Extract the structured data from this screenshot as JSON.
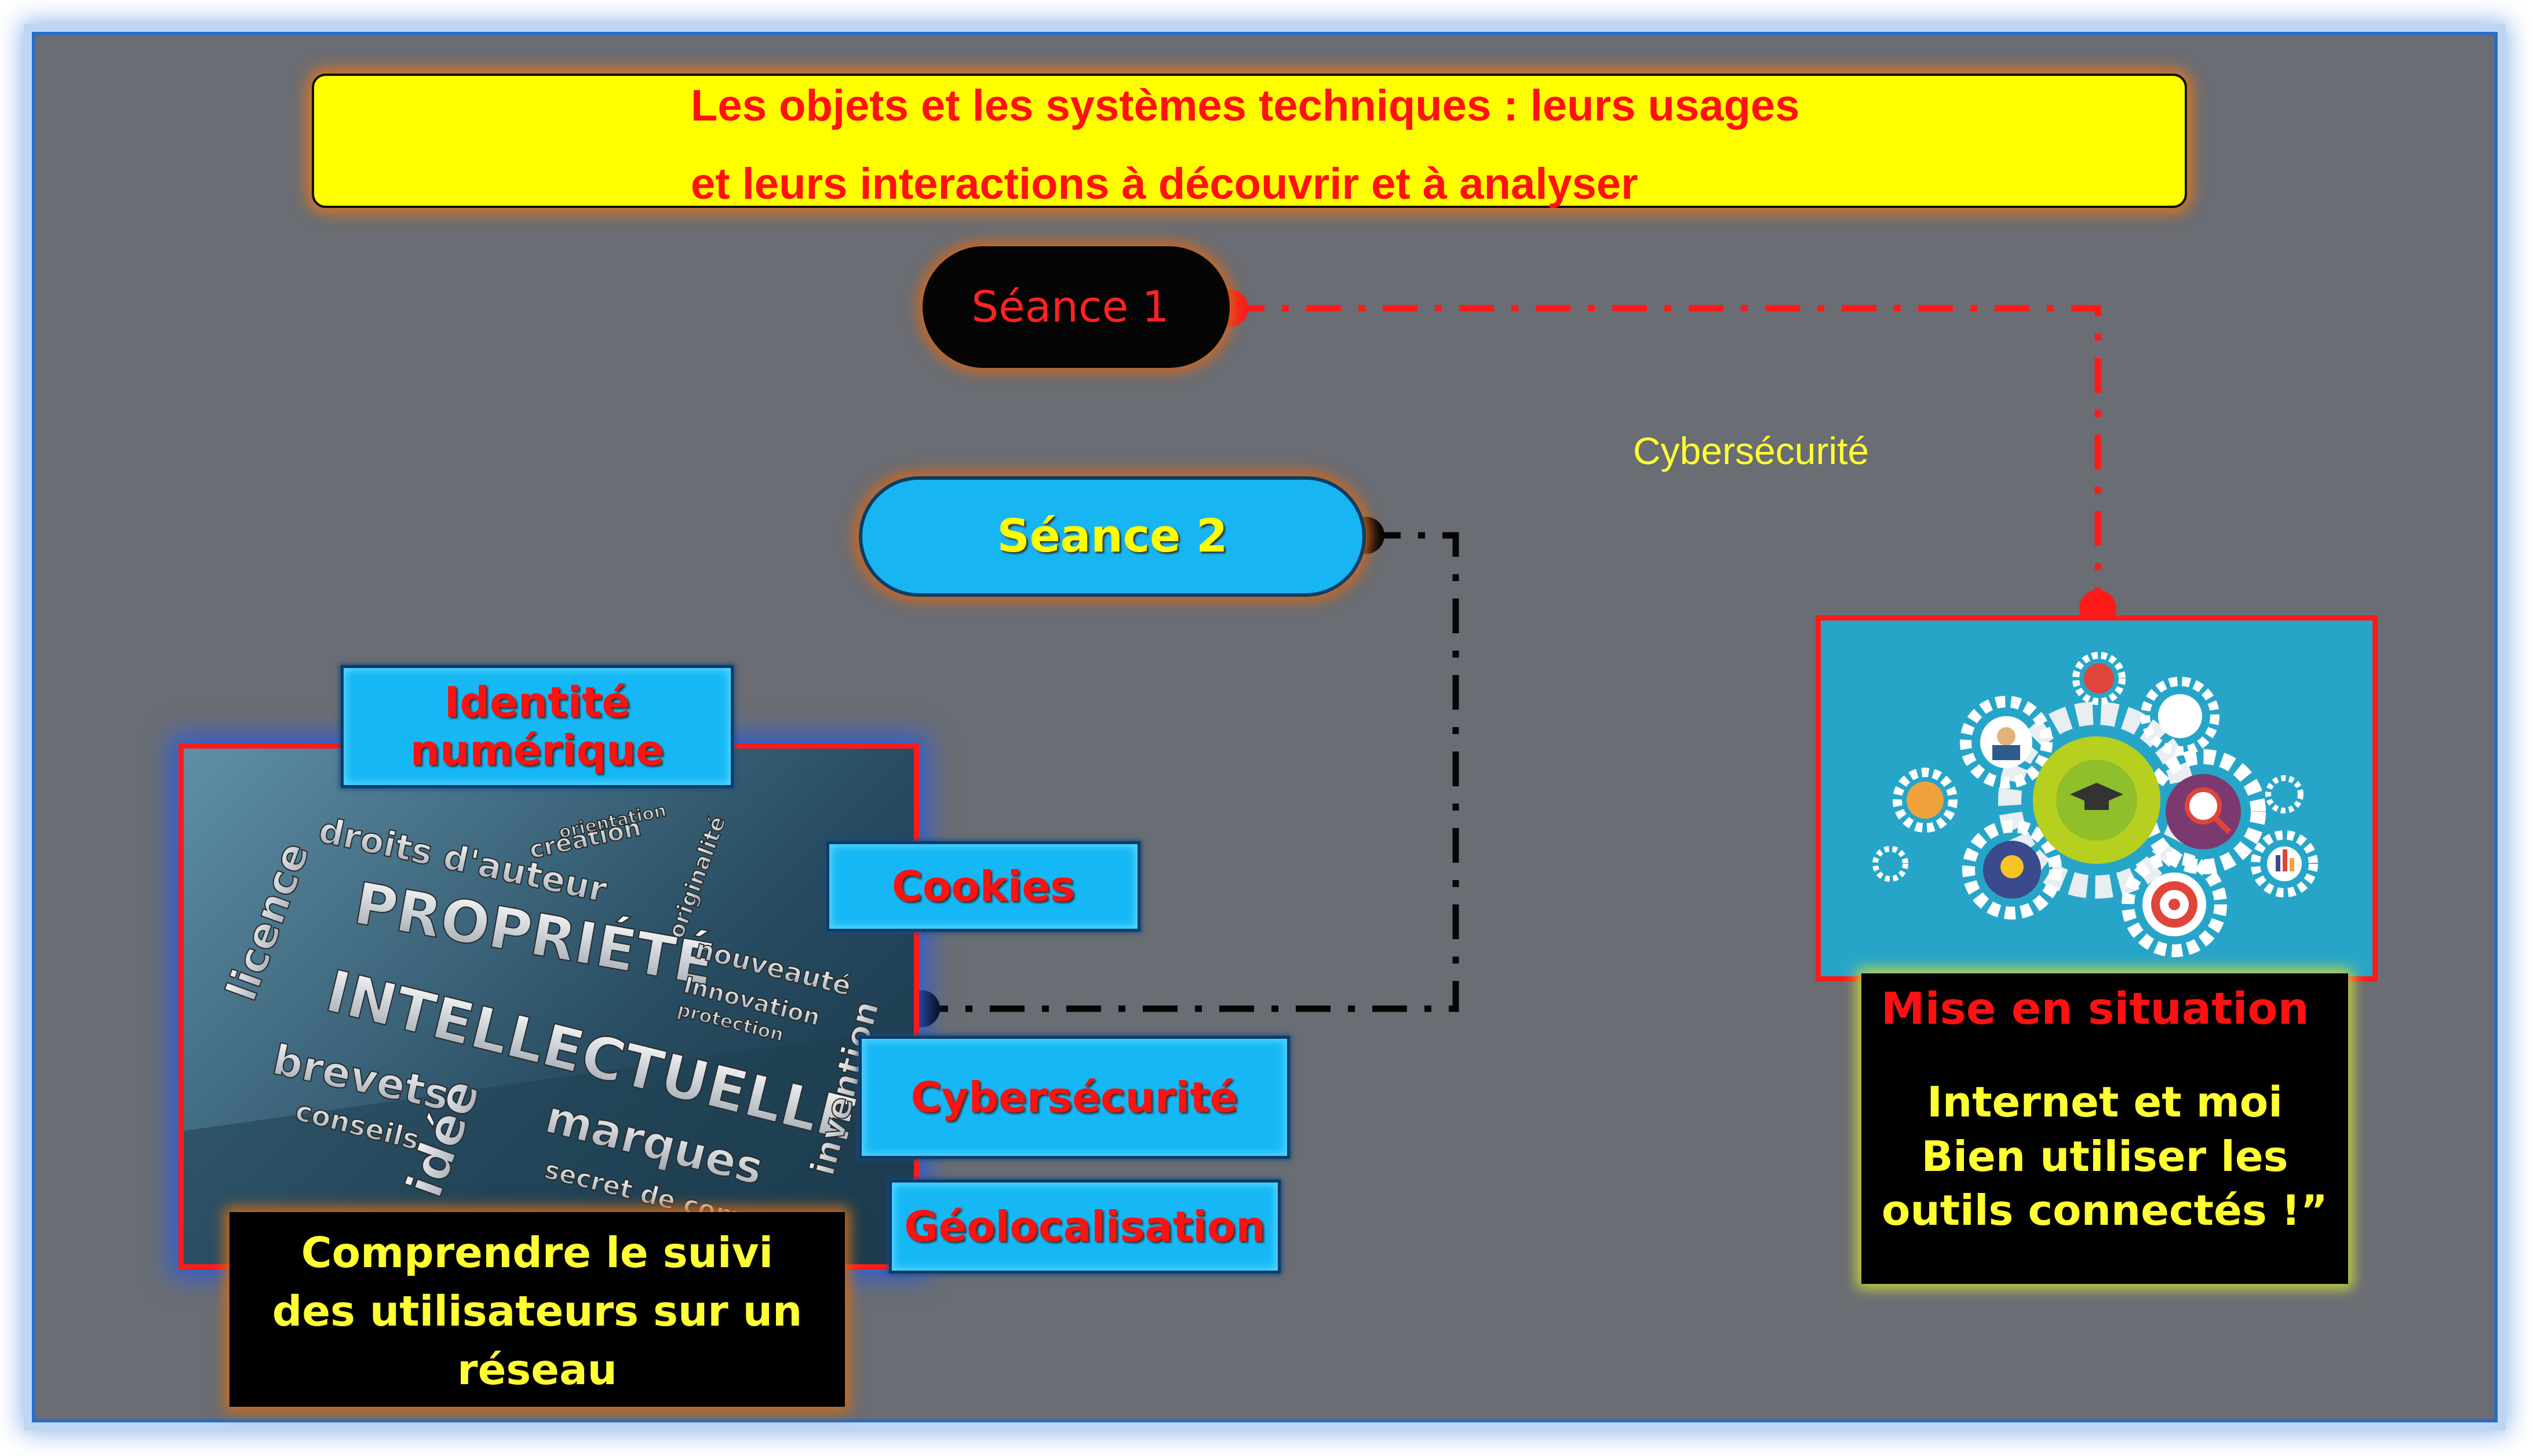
{
  "title": {
    "line1": "Les objets et les systèmes techniques : leurs usages",
    "line2": "et leurs interactions à découvrir et à analyser"
  },
  "seance1": {
    "label": "Séance 1"
  },
  "seance2": {
    "label": "Séance 2"
  },
  "connector_label": "Cybersécurité",
  "tags": {
    "identite": "Identité numérique",
    "cookies": "Cookies",
    "cybersecurite": "Cybersécurité",
    "geolocalisation": "Géolocalisation"
  },
  "left_image": {
    "words": [
      "droits d'auteur",
      "création",
      "orientation",
      "originalité",
      "PROPRIÉTÉ",
      "INTELLECTUELLE",
      "licence",
      "nouveauté",
      "Innovation",
      "protection",
      "brevets",
      "conseils",
      "idée",
      "marques",
      "invention",
      "secret de commerce"
    ]
  },
  "left_box": {
    "text": "Comprendre le suivi des utilisateurs sur un réseau"
  },
  "right_box": {
    "heading": "Mise en situation",
    "line1": "Internet et moi",
    "line2": "Bien utiliser les",
    "line3": "outils connectés !”"
  },
  "colors": {
    "background": "#6a6d73",
    "title_bg": "#ffff00",
    "accent_red": "#ff1111",
    "tag_cyan": "#15b8f5",
    "text_yellow": "#ffff33"
  }
}
